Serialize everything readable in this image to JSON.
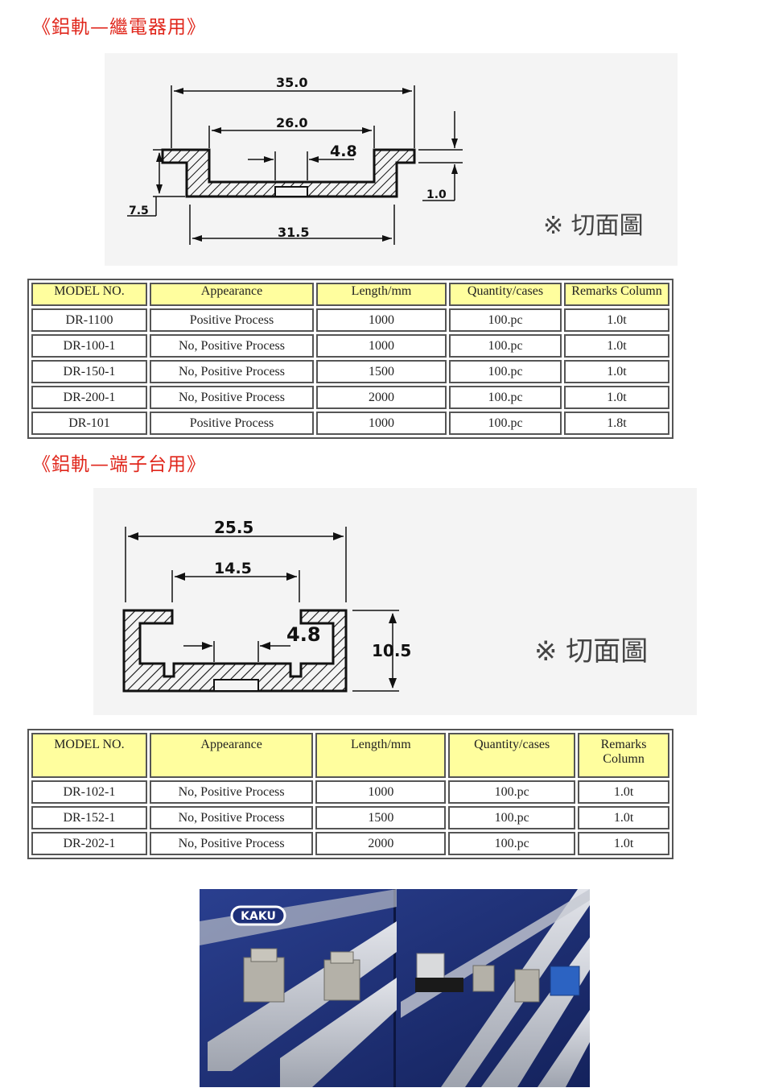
{
  "sections": [
    {
      "heading": "《鋁軌—繼電器用》",
      "diagram": {
        "dims": [
          "35.0",
          "26.0",
          "4.8",
          "7.5",
          "1.0",
          "31.5"
        ],
        "caption": "※ 切面圖"
      },
      "table": {
        "headers": [
          "MODEL  NO.",
          "Appearance",
          "Length/mm",
          "Quantity/cases",
          "Remarks Column"
        ],
        "rows": [
          [
            "DR-1100",
            "Positive Process",
            "1000",
            "100.pc",
            "1.0t"
          ],
          [
            "DR-100-1",
            "No, Positive Process",
            "1000",
            "100.pc",
            "1.0t"
          ],
          [
            "DR-150-1",
            "No, Positive Process",
            "1500",
            "100.pc",
            "1.0t"
          ],
          [
            "DR-200-1",
            "No, Positive Process",
            "2000",
            "100.pc",
            "1.0t"
          ],
          [
            "DR-101",
            "Positive Process",
            "1000",
            "100.pc",
            "1.8t"
          ]
        ]
      }
    },
    {
      "heading": "《鋁軌—端子台用》",
      "diagram": {
        "dims": [
          "25.5",
          "14.5",
          "4.8",
          "10.5"
        ],
        "caption": "※ 切面圖"
      },
      "table": {
        "headers": [
          "MODEL  NO.",
          "Appearance",
          "Length/mm",
          "Quantity/cases",
          "Remarks Column"
        ],
        "rows": [
          [
            "DR-102-1",
            "No, Positive Process",
            "1000",
            "100.pc",
            "1.0t"
          ],
          [
            "DR-152-1",
            "No, Positive Process",
            "1500",
            "100.pc",
            "1.0t"
          ],
          [
            "DR-202-1",
            "No, Positive Process",
            "2000",
            "100.pc",
            "1.0t"
          ]
        ]
      }
    }
  ],
  "photo": {
    "brand": "KAKU"
  },
  "colors": {
    "heading": "#e0261b",
    "header_bg": "#fffe9e",
    "photo_bg": "#1d2f78"
  }
}
